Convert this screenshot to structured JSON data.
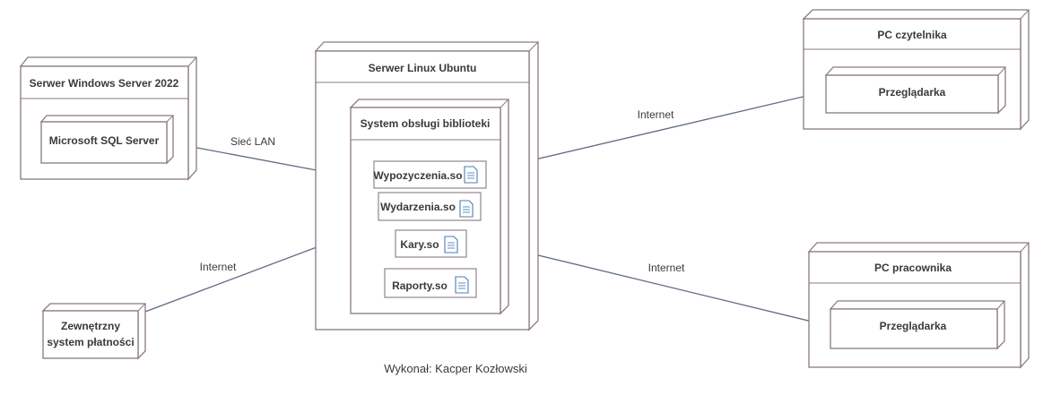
{
  "nodes": {
    "windows_server": {
      "title": "Serwer Windows Server 2022",
      "inner": "Microsoft SQL Server"
    },
    "linux_server": {
      "title": "Serwer Linux Ubuntu",
      "inner_title": "System obsługi biblioteki"
    },
    "pc_reader": {
      "title": "PC czytelnika",
      "inner": "Przeglądarka"
    },
    "pc_employee": {
      "title": "PC pracownika",
      "inner": "Przeglądarka"
    },
    "payment": {
      "line1": "Zewnętrzny",
      "line2": "system płatności"
    }
  },
  "artifacts": [
    "Wypozyczenia.so",
    "Wydarzenia.so",
    "Kary.so",
    "Raporty.so"
  ],
  "artifact_icon": "document-icon",
  "connections": {
    "lan": "Sieć LAN",
    "internet_payment": "Internet",
    "internet_reader": "Internet",
    "internet_employee": "Internet"
  },
  "footer": "Wykonał: Kacper Kozłowski",
  "colors": {
    "border": "#8a7a80",
    "link": "#5d6b82",
    "doc_icon": "#4a7fb5"
  }
}
